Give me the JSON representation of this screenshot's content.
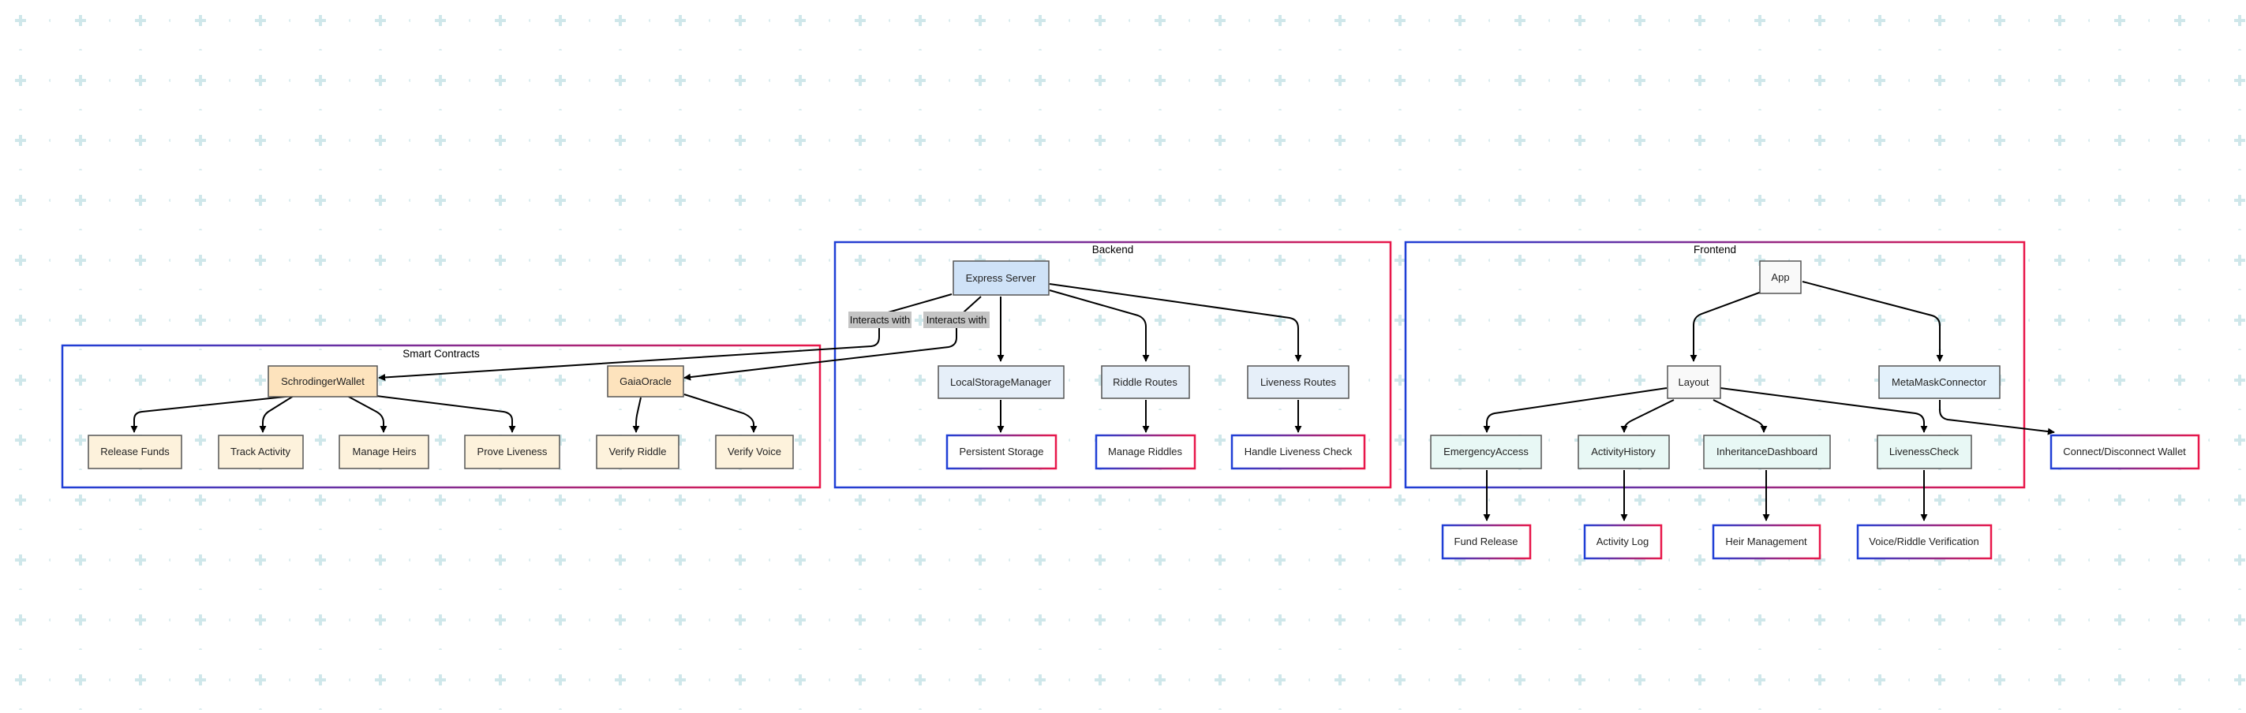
{
  "colors": {
    "background": "#ffffff",
    "grid_plus": "#cfe7ea",
    "grid_dot": "#d9ecef",
    "group_gradient_start": "#1f3fd6",
    "group_gradient_end": "#e8174a",
    "contract_fill": "#fdf2dc",
    "contract_main_fill": "#fde3bd",
    "backend_main_fill": "#cfe2f7",
    "backend_fill": "#e6eff9",
    "frontend_fill": "#e8f8f5",
    "frontend_connector_fill": "#e3f1fb",
    "neutral_fill": "#f9f9f9",
    "node_stroke": "#555555",
    "edge": "#000000",
    "edge_label_bg": "#c4c4c4"
  },
  "groups": {
    "smart_contracts": {
      "title": "Smart Contracts"
    },
    "backend": {
      "title": "Backend"
    },
    "frontend": {
      "title": "Frontend"
    }
  },
  "nodes": {
    "schrodinger_wallet": "SchrodingerWallet",
    "gaia_oracle": "GaiaOracle",
    "release_funds": "Release Funds",
    "track_activity": "Track Activity",
    "manage_heirs": "Manage Heirs",
    "prove_liveness": "Prove Liveness",
    "verify_riddle": "Verify Riddle",
    "verify_voice": "Verify Voice",
    "express_server": "Express Server",
    "local_storage_manager": "LocalStorageManager",
    "riddle_routes": "Riddle Routes",
    "liveness_routes": "Liveness Routes",
    "persistent_storage": "Persistent Storage",
    "manage_riddles": "Manage Riddles",
    "handle_liveness_check": "Handle Liveness Check",
    "app": "App",
    "layout": "Layout",
    "metamask_connector": "MetaMaskConnector",
    "emergency_access": "EmergencyAccess",
    "activity_history": "ActivityHistory",
    "inheritance_dashboard": "InheritanceDashboard",
    "liveness_check": "LivenessCheck",
    "fund_release": "Fund Release",
    "activity_log": "Activity Log",
    "heir_management": "Heir Management",
    "voice_riddle_verification": "Voice/Riddle Verification",
    "connect_disconnect_wallet": "Connect/Disconnect Wallet"
  },
  "edge_labels": {
    "interacts_wallet": "Interacts with",
    "interacts_oracle": "Interacts with"
  }
}
